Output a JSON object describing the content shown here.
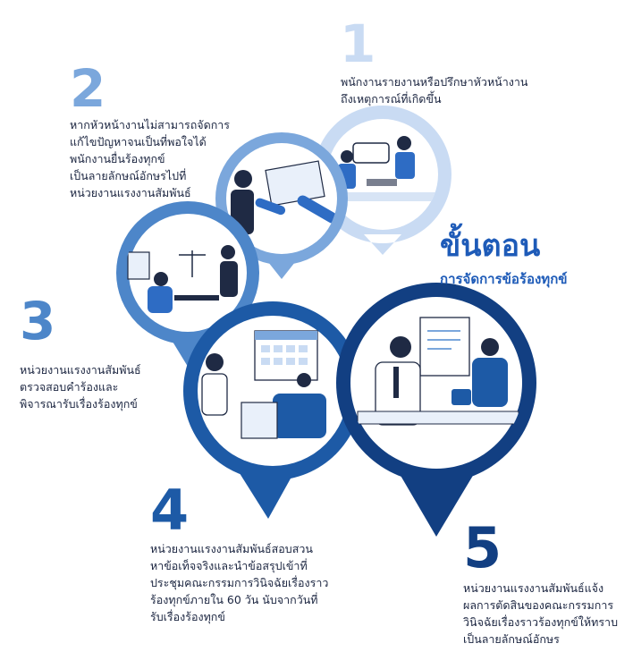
{
  "title": {
    "main": "ขั้นตอน",
    "sub": "การจัดการข้อร้องทุกข์"
  },
  "steps": [
    {
      "number": "1",
      "text": "พนักงานรายงานหรือปรึกษาหัวหน้างาน\nถึงเหตุการณ์ที่เกิดขึ้น",
      "color": "#c9dbf3"
    },
    {
      "number": "2",
      "text": "หากหัวหน้างานไม่สามารถจัดการ\nแก้ไขปัญหาจนเป็นที่พอใจได้\nพนักงานยื่นร้องทุกข์\nเป็นลายลักษณ์อักษรไปที่\nหน่วยงานแรงงานสัมพันธ์",
      "color": "#7ba7dc"
    },
    {
      "number": "3",
      "text": "หน่วยงานแรงงานสัมพันธ์\nตรวจสอบคำร้องและ\nพิจารณารับเรื่องร้องทุกข์",
      "color": "#4d86c9"
    },
    {
      "number": "4",
      "text": "หน่วยงานแรงงานสัมพันธ์สอบสวน\nหาข้อเท็จจริงและนำข้อสรุปเข้าที่\nประชุมคณะกรรมการวินิจฉัยเรื่องราว\nร้องทุกข์ภายใน 60 วัน นับจากวันที่\nรับเรื่องร้องทุกข์",
      "color": "#1d5aa6"
    },
    {
      "number": "5",
      "text": "หน่วยงานแรงงานสัมพันธ์แจ้ง\nผลการตัดสินของคณะกรรมการ\nวินิจฉัยเรื่องราวร้องทุกข์ให้ทราบ\nเป็นลายลักษณ์อักษร",
      "color": "#123f82"
    }
  ],
  "icons": [
    "meeting-illustration",
    "document-handover-illustration",
    "office-work-illustration",
    "calendar-review-illustration",
    "decision-meeting-illustration"
  ]
}
